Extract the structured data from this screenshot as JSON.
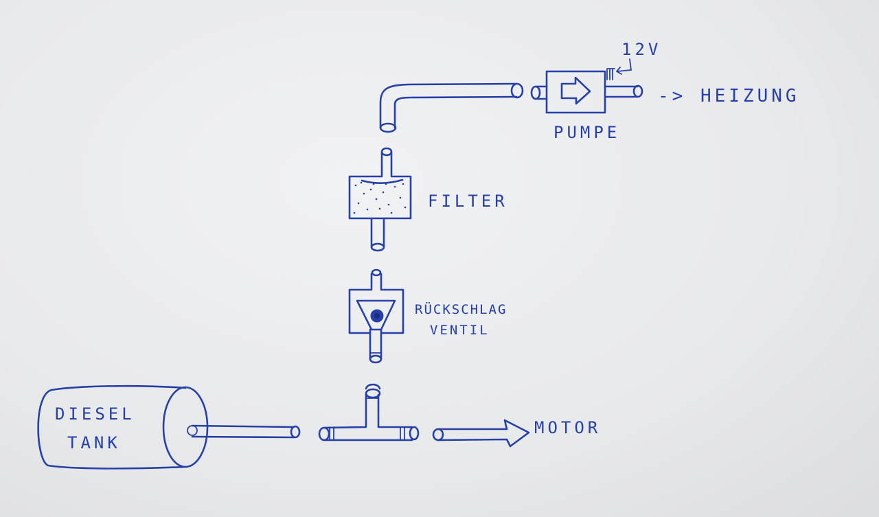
{
  "labels": {
    "tank_line1": "DIESEL",
    "tank_line2": "TANK",
    "motor": "MOTOR",
    "valve_line1": "RÜCKSCHLAG",
    "valve_line2": "VENTIL",
    "filter": "FILTER",
    "pump": "PUMPE",
    "voltage": "12V",
    "heater": "-> HEIZUNG"
  },
  "colors": {
    "ink": "#2740a8",
    "paper": "#ebecee"
  }
}
